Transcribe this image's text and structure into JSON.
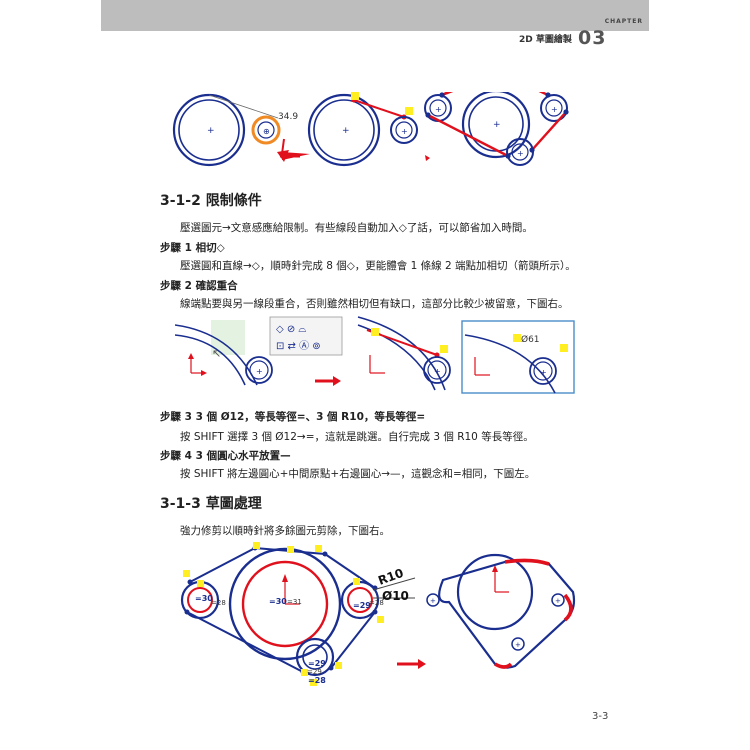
{
  "header": {
    "chapter_label": "CHAPTER",
    "chapter_title": "2D 草圖繪製",
    "chapter_number": "03"
  },
  "sections": [
    {
      "heading": "3-1-2 限制條件",
      "intro": "壓選圖元→文意感應給限制。有些線段自動加入◇了話，可以節省加入時間。",
      "steps": [
        {
          "title": "步驟 1 相切◇",
          "text": "壓選圓和直線→◇，順時針完成 8 個◇，更能體會 1 條線 2 端點加相切（箭頭所示）。"
        },
        {
          "title": "步驟 2 確認重合",
          "text": "線端點要與另一線段重合，否則雖然相切但有缺口，這部分比較少被留意，下圖右。"
        },
        {
          "title": "步驟 3 3 個 Ø12，等長等徑=、3 個 R10，等長等徑=",
          "text": "按 SHIFT 選擇 3 個 Ø12→=，這就是跳選。自行完成 3 個 R10 等長等徑。"
        },
        {
          "title": "步驟 4 3 個圓心水平放置—",
          "text": "按 SHIFT 將左邊圓心+中間原點+右邊圓心→—，這觀念和=相同，下圖左。"
        }
      ]
    },
    {
      "heading": "3-1-3 草圖處理",
      "intro": "強力修剪以順時針將多餘圖元剪除，下圖右。"
    }
  ],
  "figure_labels": {
    "dim_349": "34.9",
    "dim_61": "Ø61",
    "r10": "R10",
    "d10": "Ø10",
    "eq28a": "=28",
    "eq30a": "=30",
    "eq30b": "=30",
    "eq31": "=31",
    "eq29": "=29",
    "eq28b": "=28",
    "eq29b": "=29",
    "eq28c": "=28",
    "eq29c": "=29"
  },
  "page_number": "3-3"
}
